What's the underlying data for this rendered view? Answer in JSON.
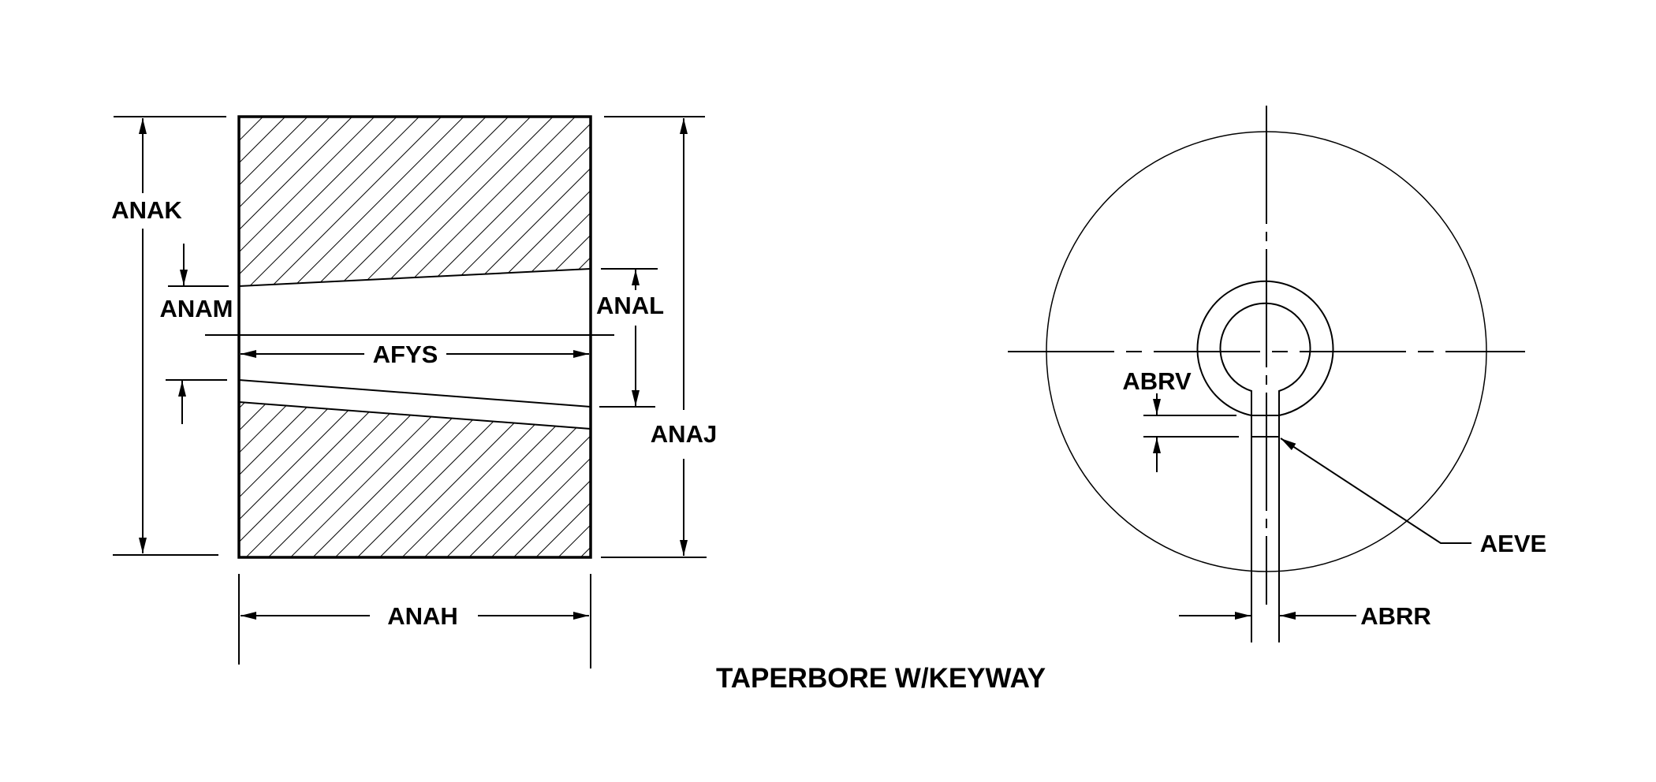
{
  "title": "TAPERBORE W/KEYWAY",
  "side_view": {
    "labels": {
      "anak": "ANAK",
      "anam": "ANAM",
      "afys": "AFYS",
      "anal": "ANAL",
      "anaj": "ANAJ",
      "anah": "ANAH"
    }
  },
  "end_view": {
    "labels": {
      "abrv": "ABRV",
      "aeve": "AEVE",
      "abrr": "ABRR"
    }
  },
  "colors": {
    "ink": "#000000",
    "background": "#ffffff"
  }
}
